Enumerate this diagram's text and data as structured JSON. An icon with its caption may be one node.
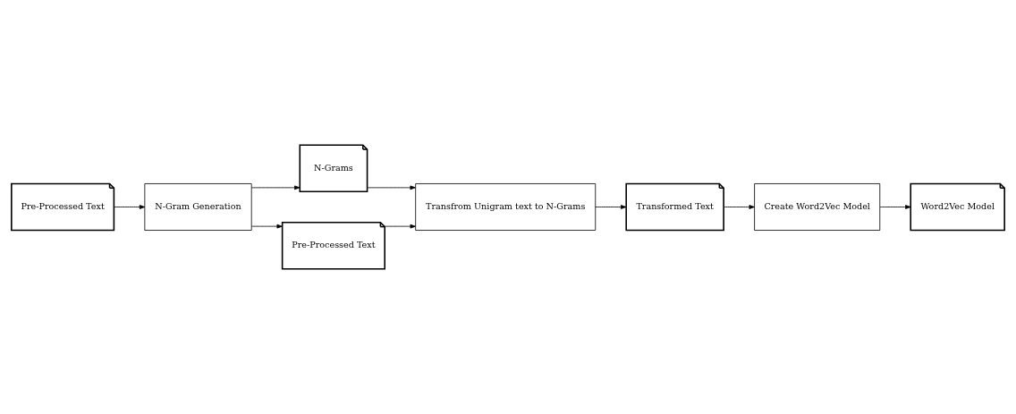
{
  "diagram": {
    "nodes": [
      {
        "text": [
          "Pre-Processed Text"
        ]
      },
      {
        "text": [
          "N-Gram Generation"
        ]
      },
      {
        "text": [
          "N-Grams"
        ]
      },
      {
        "text": [
          "Pre-Processed Text"
        ]
      },
      {
        "text": [
          "Transfrom Unigram text to N-Grams"
        ]
      },
      {
        "text": [
          "Transformed Text"
        ]
      },
      {
        "text": [
          "Create Word2Vec Model"
        ]
      },
      {
        "text": [
          "Word2Vec Model"
        ]
      }
    ],
    "edges": [
      {
        "from": 0,
        "to": 1,
        "arrow": "to"
      },
      {
        "from": 1,
        "to": 2,
        "arrow": "to"
      },
      {
        "from": 1,
        "to": 3,
        "arrow": "to"
      },
      {
        "from": 2,
        "to": 4,
        "arrow": "to"
      },
      {
        "from": 3,
        "to": 4,
        "arrow": "to"
      },
      {
        "from": 4,
        "to": 5,
        "arrow": "to"
      },
      {
        "from": 5,
        "to": 6,
        "arrow": "to"
      },
      {
        "from": 6,
        "to": 7,
        "arrow": "to"
      }
    ]
  }
}
